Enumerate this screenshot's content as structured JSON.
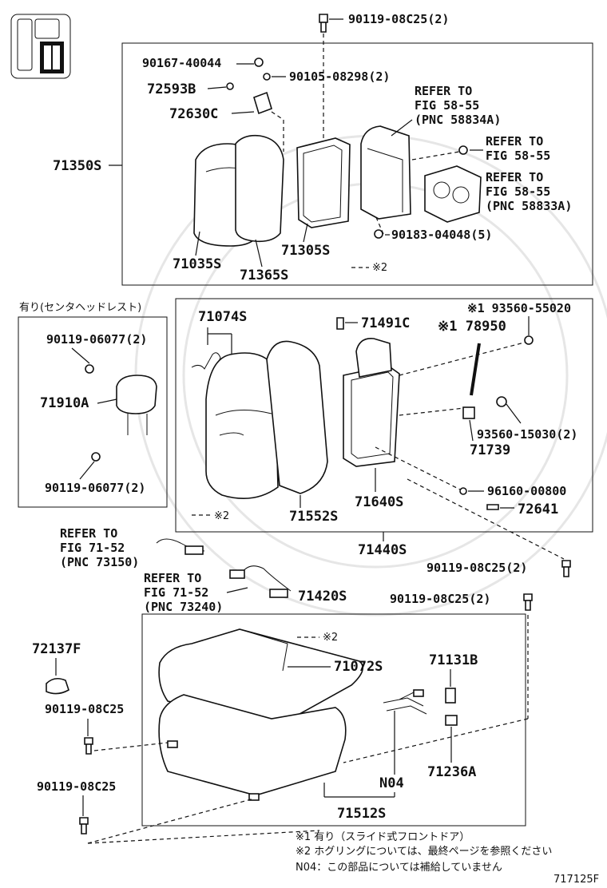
{
  "labels": {
    "b90119_08c25_top": "90119-08C25(2)",
    "p90167_40044": "90167-40044",
    "p90105_08298": "90105-08298(2)",
    "p72593b": "72593B",
    "p72630c": "72630C",
    "refer1_a": "REFER TO",
    "refer1_b": "FIG 58-55",
    "refer1_c": "(PNC 58834A)",
    "refer2_a": "REFER TO",
    "refer2_b": "FIG 58-55",
    "refer3_a": "REFER TO",
    "refer3_b": "FIG 58-55",
    "refer3_c": "(PNC 58833A)",
    "p71350s": "71350S",
    "p71035s": "71035S",
    "p71365s": "71365S",
    "p71305s": "71305S",
    "p90183_04048": "90183-04048(5)",
    "note2_a": "※2",
    "hr_title": "有り(センタヘッドレスト)",
    "p90119_06077_a": "90119-06077(2)",
    "p71910a": "71910A",
    "p90119_06077_b": "90119-06077(2)",
    "p71074s": "71074S",
    "p71491c": "71491C",
    "p93560_55020": "※1 93560-55020",
    "p78950": "※1 78950",
    "p93560_15030": "93560-15030(2)",
    "p71739": "71739",
    "p96160_00800": "96160-00800",
    "p72641": "72641",
    "p71552s": "71552S",
    "p71640s": "71640S",
    "note2_b": "※2",
    "p71440s": "71440S",
    "refer4_a": "REFER TO",
    "refer4_b": "FIG 71-52",
    "refer4_c": "(PNC 73150)",
    "refer5_a": "REFER TO",
    "refer5_b": "FIG 71-52",
    "refer5_c": "(PNC 73240)",
    "p71420s": "71420S",
    "p90119_08c25_mid": "90119-08C25(2)",
    "p90119_08c25_mid2": "90119-08C25(2)",
    "p72137f": "72137F",
    "note2_c": "※2",
    "p71072s": "71072S",
    "p71131b": "71131B",
    "p90119_08c25_l1": "90119-08C25",
    "p71236a": "71236A",
    "pn04": "N04",
    "p90119_08c25_l2": "90119-08C25",
    "p71512s": "71512S",
    "foot1": "※1 有り（スライド式フロントドア）",
    "foot2": "※2 ホグリングについては、最終ページを参照ください",
    "foot3": "N04：この部品については補給していません",
    "fig_id": "717125F"
  }
}
